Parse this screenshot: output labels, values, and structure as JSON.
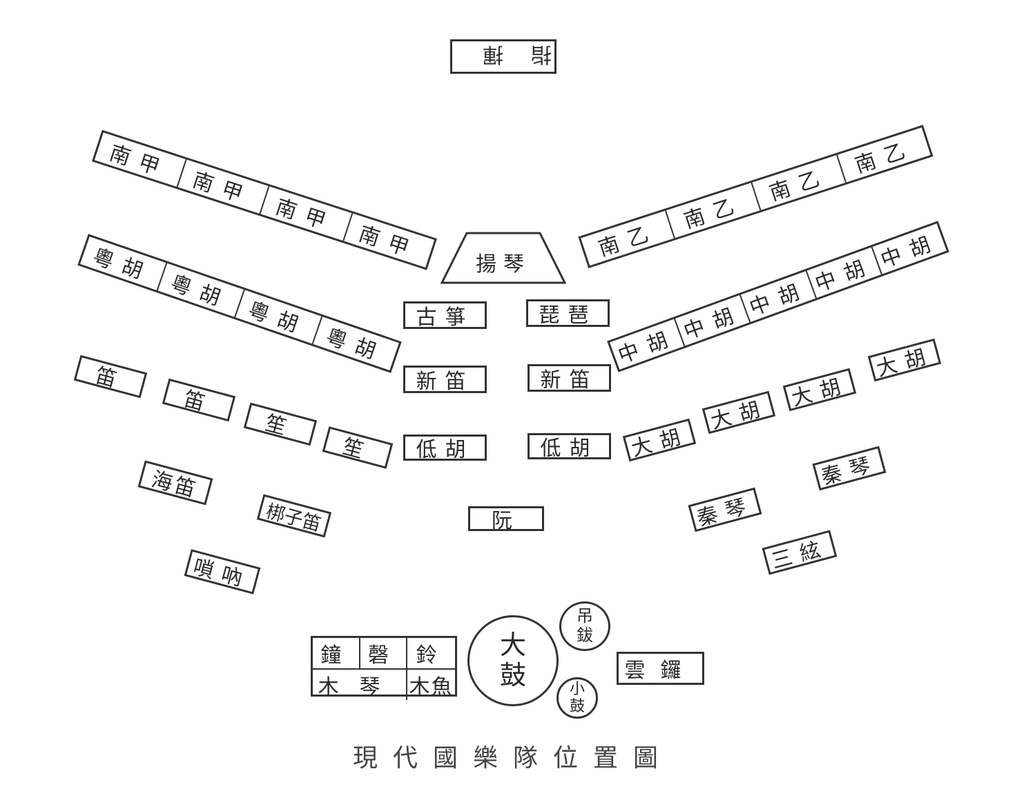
{
  "title": "現代國樂隊位置圖",
  "conductor": "指揮",
  "row1_left": [
    "南甲",
    "南甲",
    "南甲",
    "南甲"
  ],
  "row1_right": [
    "南乙",
    "南乙",
    "南乙",
    "南乙"
  ],
  "yangqin": "揚琴",
  "row2_left": [
    "粵胡",
    "粵胡",
    "粵胡",
    "粵胡"
  ],
  "row2_right": [
    "中胡",
    "中胡",
    "中胡",
    "中胡",
    "中胡"
  ],
  "center": {
    "guzheng": "古箏",
    "pipa": "琵琶",
    "xindi_l": "新笛",
    "xindi_r": "新笛",
    "dihu_l": "低胡",
    "dihu_r": "低胡",
    "ruan": "阮"
  },
  "winds": {
    "di1": "笛",
    "di2": "笛",
    "sheng1": "笙",
    "sheng2": "笙",
    "haidi": "海笛",
    "bangzidi": "梆子笛",
    "suona": "嗩吶"
  },
  "dahu": [
    "大胡",
    "大胡",
    "大胡",
    "大胡"
  ],
  "plucked": {
    "qinqin1": "秦琴",
    "qinqin2": "秦琴",
    "sanxian": "三絃"
  },
  "percussion": {
    "zhong": "鐘",
    "qing": "磬",
    "ling": "鈴",
    "muqin": "木琴",
    "muyu": "木魚",
    "dagu": [
      "大",
      "鼓"
    ],
    "diaobo": [
      "吊",
      "鈸"
    ],
    "xiaogu": [
      "小",
      "鼓"
    ],
    "yunluo": "雲鑼"
  }
}
